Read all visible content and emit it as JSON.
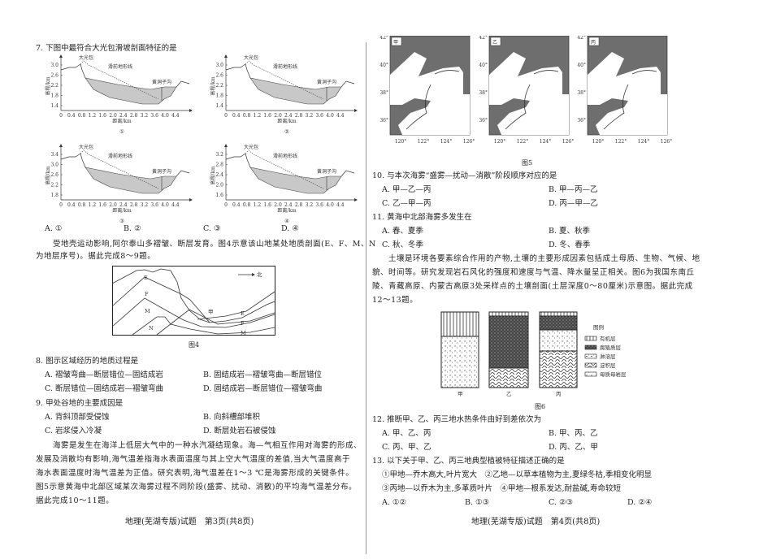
{
  "left_page": {
    "q7": {
      "stem": "7. 下图中最符合大光包滑坡剖面特征的是",
      "profile_labels": {
        "peak": "大光包",
        "pre_slide_line": "滑前地形线",
        "gully": "黄洞子沟",
        "ylabel": "高程/km",
        "xlabel": "距离/km"
      },
      "x_ticks": [
        "0",
        "0.4",
        "0.8",
        "1.2",
        "1.6",
        "2.0",
        "2.4",
        "2.8",
        "3.2",
        "3.6",
        "4.0",
        "4.4"
      ],
      "charts": [
        {
          "id": "①",
          "y_ticks": [
            "3.0",
            "2.6",
            "2.2",
            "1.8",
            "1.4"
          ]
        },
        {
          "id": "②",
          "y_ticks": [
            "3.0",
            "2.6",
            "2.2",
            "1.8",
            "1.4"
          ]
        },
        {
          "id": "③",
          "y_ticks": [
            "3.4",
            "3.0",
            "2.6",
            "2.2",
            "1.8"
          ]
        },
        {
          "id": "④",
          "y_ticks": [
            "3.2",
            "2.8",
            "2.4",
            "2.0",
            "1.6"
          ]
        }
      ],
      "options": [
        "A. ①",
        "B. ②",
        "C. ③",
        "D. ④"
      ]
    },
    "intro_8_9": [
      "受地壳运动影响,阿尔泰山多褶皱、断层发育。图4示意该山地某处地质剖面(E、F、M、N",
      "为地层序号)。据此完成8～9题。"
    ],
    "fig4": {
      "caption": "图4",
      "north_label": "北",
      "valley_label": "甲",
      "layers": [
        "E",
        "F",
        "M",
        "N",
        "E",
        "F",
        "M"
      ]
    },
    "q8": {
      "stem": "8. 图示区域经历的地质过程是",
      "options": [
        "A. 褶皱弯曲—断层错位—固结成岩",
        "B. 固结成岩—褶皱弯曲—断层错位",
        "C. 断层错位—固结成岩—褶皱弯曲",
        "D. 固结成岩—断层错位—褶皱弯曲"
      ]
    },
    "q9": {
      "stem": "9. 甲处谷地的主要成因是",
      "options": [
        "A. 背斜顶部受侵蚀",
        "B. 向斜槽部堆积",
        "C. 岩浆侵入冷凝",
        "D. 断层处岩石被侵蚀"
      ]
    },
    "intro_10_11": [
      "海雾是发生在海洋上低层大气中的一种水汽凝结现象。海—气相互作用对海雾的形成、",
      "发展及消散均有影响,海气温差指海水表面温度与其上空大气温度的差值,当大气温度高于",
      "海水表面温度时海气温差为正值。研究表明,海气温差在1～3 ℃是海雾形成的关键条件。",
      "图5示意黄海中北部区域某次海雾过程不同阶段(盛雾、扰动、消散)的平均海气温差分布。",
      "据此完成10～11题。"
    ],
    "footer": "地理(芜湖专版)试题　第3页(共8页)"
  },
  "right_page": {
    "fig5": {
      "caption": "图5",
      "panels": [
        "甲",
        "乙",
        "丙"
      ],
      "lat_ticks": [
        "42°",
        "40°",
        "38°",
        "36°"
      ],
      "lon_ticks": [
        "120°",
        "122°",
        "124°",
        "126°"
      ]
    },
    "q10": {
      "stem": "10. 与本次海雾“盛雾—扰动—消散”阶段顺序对应的是",
      "options": [
        "A. 甲—乙—丙",
        "B. 甲—丙—乙",
        "C. 乙—甲—丙",
        "D. 丙—甲—乙"
      ]
    },
    "q11": {
      "stem": "11. 黄海中北部海雾多发生在",
      "options": [
        "A. 春、夏季",
        "B. 夏、秋季",
        "C. 秋、冬季",
        "D. 冬、春季"
      ]
    },
    "intro_12_13": [
      "土壤是环境各要素综合作用的产物,土壤的主要形成因素包括成土母质、生物、气候、地",
      "貌、时间等。研究发现岩石风化的强度和速度与气温、降水量呈正相关。图6为我国东南丘",
      "陵、青藏高原、内蒙古高原3处采样点的土壤剖面(土层深度0～80厘米)示意图。据此完成",
      "12～13题。"
    ],
    "fig6": {
      "caption": "图6",
      "columns": [
        "甲",
        "乙",
        "丙"
      ],
      "legend_title": "图例",
      "legend": [
        "有机层",
        "腐殖质层",
        "淋溶层",
        "淀积层",
        "母质母岩层"
      ]
    },
    "q12": {
      "stem": "12. 推断甲、乙、丙三地水热条件由好到差依次为",
      "options": [
        "A. 甲、乙、丙",
        "B. 甲、丙、乙",
        "C. 丙、甲、乙",
        "D. 丙、乙、甲"
      ]
    },
    "q13": {
      "stem": "13. 以下关于甲、乙、丙三地典型植被特征描述正确的是",
      "statements": [
        "①甲地—乔木高大,叶片宽大　②乙地—以草本植物为主,夏绿冬枯,季相变化明显",
        "③丙地—以乔木为主,多革质叶片　④甲地—根系发达,耐盐碱,寿命较短"
      ],
      "options": [
        "A. ①②",
        "B. ①③",
        "C. ②③",
        "D. ②④"
      ]
    },
    "footer": "地理(芜湖专版)试题　第4页(共8页)"
  },
  "colors": {
    "shade": "#c8c8c8",
    "land": "#6e6e6e",
    "ink": "#222222"
  }
}
